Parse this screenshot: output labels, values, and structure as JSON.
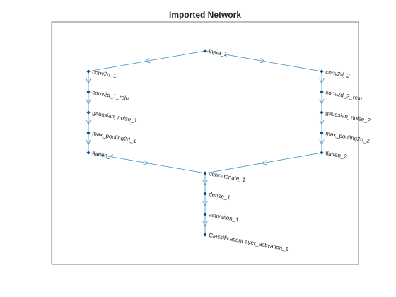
{
  "figure": {
    "title": "Imported Network"
  },
  "colors": {
    "edge": "#2e8bc4",
    "node": "#0a4c87",
    "text": "#262626",
    "frame": "#262626",
    "background": "#ffffff"
  },
  "graph": {
    "nodes": [
      {
        "id": "input_1",
        "label": "input_1"
      },
      {
        "id": "conv2d_1",
        "label": "conv2d_1"
      },
      {
        "id": "conv2d_1_relu",
        "label": "conv2d_1_relu"
      },
      {
        "id": "gaussian_noise_1",
        "label": "gaussian_noise_1"
      },
      {
        "id": "max_pooling2d_1",
        "label": "max_pooling2d_1"
      },
      {
        "id": "flatten_1",
        "label": "flatten_1"
      },
      {
        "id": "conv2d_2",
        "label": "conv2d_2"
      },
      {
        "id": "conv2d_2_relu",
        "label": "conv2d_2_relu"
      },
      {
        "id": "gaussian_noise_2",
        "label": "gaussian_noise_2"
      },
      {
        "id": "max_pooling2d_2",
        "label": "max_pooling2d_2"
      },
      {
        "id": "flatten_2",
        "label": "flatten_2"
      },
      {
        "id": "concatenate_1",
        "label": "concatenate_1"
      },
      {
        "id": "dense_1",
        "label": "dense_1"
      },
      {
        "id": "activation_1",
        "label": "activation_1"
      },
      {
        "id": "ClassificationLayer_activation_1",
        "label": "ClassificationLayer_activation_1"
      }
    ],
    "edges": [
      {
        "from": "input_1",
        "to": "conv2d_1"
      },
      {
        "from": "input_1",
        "to": "conv2d_2"
      },
      {
        "from": "conv2d_1",
        "to": "conv2d_1_relu"
      },
      {
        "from": "conv2d_1_relu",
        "to": "gaussian_noise_1"
      },
      {
        "from": "gaussian_noise_1",
        "to": "max_pooling2d_1"
      },
      {
        "from": "max_pooling2d_1",
        "to": "flatten_1"
      },
      {
        "from": "conv2d_2",
        "to": "conv2d_2_relu"
      },
      {
        "from": "conv2d_2_relu",
        "to": "gaussian_noise_2"
      },
      {
        "from": "gaussian_noise_2",
        "to": "max_pooling2d_2"
      },
      {
        "from": "max_pooling2d_2",
        "to": "flatten_2"
      },
      {
        "from": "flatten_1",
        "to": "concatenate_1"
      },
      {
        "from": "flatten_2",
        "to": "concatenate_1"
      },
      {
        "from": "concatenate_1",
        "to": "dense_1"
      },
      {
        "from": "dense_1",
        "to": "activation_1"
      },
      {
        "from": "activation_1",
        "to": "ClassificationLayer_activation_1"
      }
    ]
  }
}
